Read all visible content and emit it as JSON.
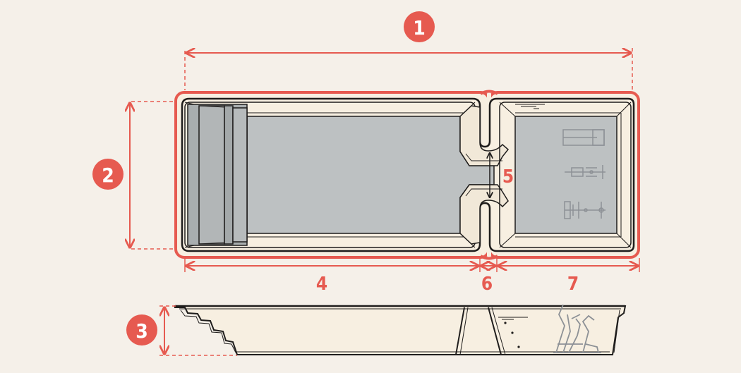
{
  "colors": {
    "background": "#f5f0e9",
    "accent": "#e65a50",
    "outline": "#1f1d1c",
    "coping": "#f7efe1",
    "water": "#bdc1c2",
    "step": "#a9aeaf",
    "equipment": "#8d9196"
  },
  "badges": {
    "overall_length": "1",
    "overall_width": "2",
    "depth": "3"
  },
  "dimension_labels": {
    "main_pool_length": "4",
    "spa_gap": "5",
    "divider_width": "6",
    "spa_length": "7"
  },
  "icons": [
    "badge-circle-icon",
    "lounger-icon",
    "rowing-machine-icon",
    "exercise-bike-icon",
    "equipment-side-view-icon"
  ]
}
